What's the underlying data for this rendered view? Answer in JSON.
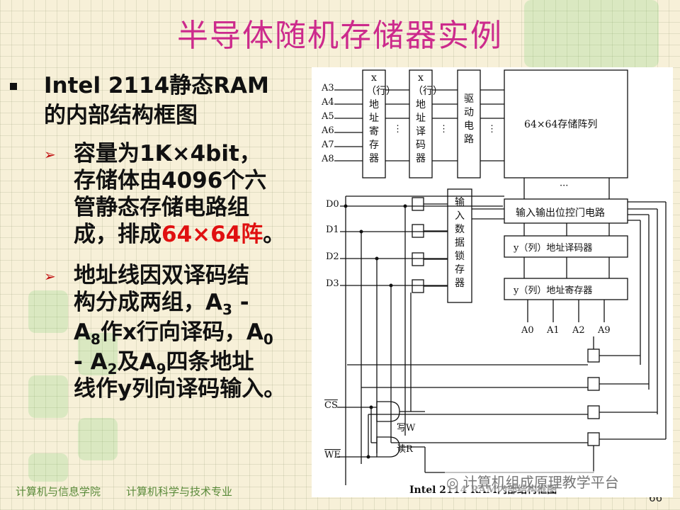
{
  "title": "半导体随机存储器实例",
  "bullet1": {
    "line1": "Intel 2114静态RAM",
    "line2": "的内部结构框图"
  },
  "sub1": {
    "l1": "容量为1K×4bit，",
    "l2": "存储体由4096个六",
    "l3": "管静态存储电路组",
    "l4_pre": "成，排成",
    "l4_hl": "64×64阵",
    "l4_post": "。"
  },
  "sub2": {
    "l1": "地址线因双译码结",
    "l2_pre": "构分成两组，A",
    "l2_sub": "3",
    "l2_post": " -",
    "l3_a": "A",
    "l3_sub1": "8",
    "l3_mid": "作x行向译码，A",
    "l3_sub2": "0",
    "l4_a": " - A",
    "l4_sub1": "2",
    "l4_mid": "及A",
    "l4_sub2": "9",
    "l4_post": "四条地址",
    "l5": "线作y列向译码输入。"
  },
  "footer": {
    "left": "计算机与信息学院",
    "right": "计算机科学与技术专业"
  },
  "page_number": "66",
  "diagram": {
    "x_reg": "x（行）地址寄存器",
    "x_dec": "x（行）地址译码器",
    "driver": "驱动电路",
    "array": "64×64存储阵列",
    "io_ctrl": "输入输出位控门电路",
    "y_dec": "y（列）地址译码器",
    "y_reg": "y（列）地址寄存器",
    "in_latch": "输入数据锁存器",
    "write": "写W",
    "read": "读R",
    "cs": "CS",
    "we": "WE",
    "x_addr_pins": [
      "A3",
      "A4",
      "A5",
      "A6",
      "A7",
      "A8"
    ],
    "data_pins": [
      "D0",
      "D1",
      "D2",
      "D3"
    ],
    "y_addr_pins": [
      "A0",
      "A1",
      "A2",
      "A9"
    ],
    "caption": "Intel 2114 RAM内部结构框图",
    "dots": "⋮",
    "hdots": "···"
  },
  "watermark": "计算机组成原理教学平台",
  "icons": {
    "seal": "school-seal-icon",
    "watermark": "wechat-icon"
  }
}
